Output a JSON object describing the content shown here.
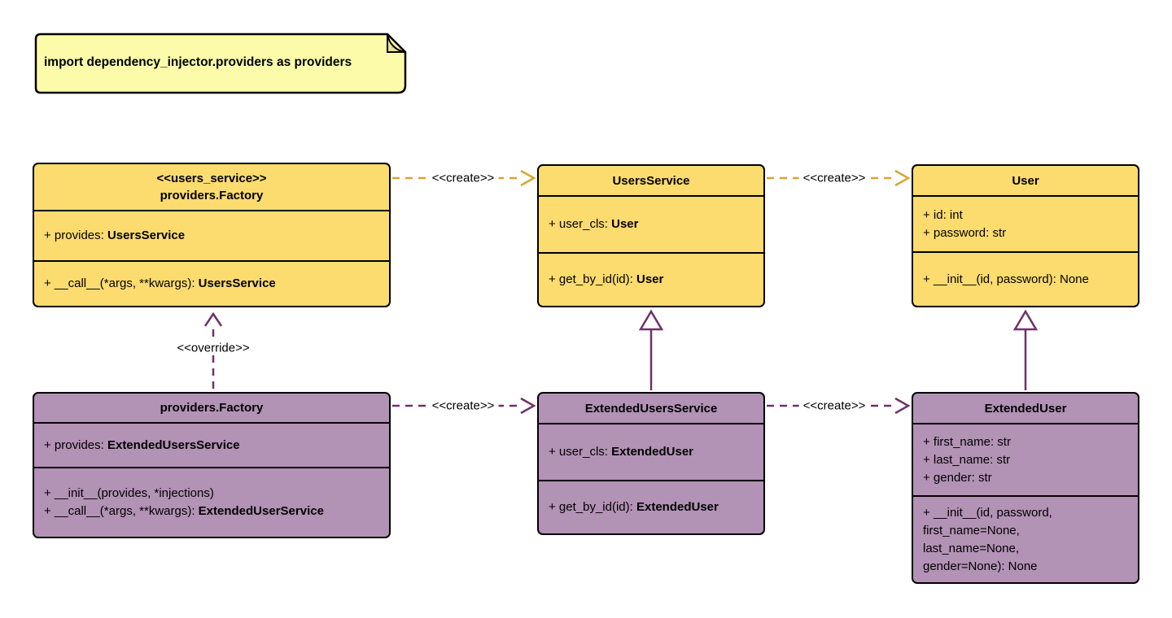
{
  "note": {
    "text": "import dependency_injector.providers as providers"
  },
  "palette": {
    "yellow_fill": "#FCDB6F",
    "purple_fill": "#B292B5",
    "note_fill": "#FBFBA9",
    "note_fold": "#E3E39A",
    "gold_line": "#D9A62B",
    "purple_line": "#6E3269",
    "border": "#000000"
  },
  "classes": [
    {
      "stereotype": "<<users_service>>",
      "name": "providers.Factory",
      "attributes": [
        {
          "text": "+ provides: ",
          "type": "UsersService"
        }
      ],
      "methods": [
        {
          "text": "+ __call__(*args, **kwargs): ",
          "type": "UsersService"
        }
      ]
    },
    {
      "name": "UsersService",
      "attributes": [
        {
          "text": "+ user_cls: ",
          "type": "User"
        }
      ],
      "methods": [
        {
          "text": "+ get_by_id(id): ",
          "type": "User"
        }
      ]
    },
    {
      "name": "User",
      "attributes": [
        {
          "text": "+ id: int",
          "type": ""
        },
        {
          "text": "+ password: str",
          "type": ""
        }
      ],
      "methods": [
        {
          "text": "+ __init__(id, password): None",
          "type": ""
        }
      ]
    },
    {
      "name": "providers.Factory",
      "attributes": [
        {
          "text": "+ provides: ",
          "type": "ExtendedUsersService"
        }
      ],
      "methods": [
        {
          "text": "+ __init__(provides, *injections)",
          "type": ""
        },
        {
          "text": "+ __call__(*args, **kwargs): ",
          "type": "ExtendedUserService"
        }
      ]
    },
    {
      "name": "ExtendedUsersService",
      "attributes": [
        {
          "text": "+ user_cls: ",
          "type": "ExtendedUser"
        }
      ],
      "methods": [
        {
          "text": "+ get_by_id(id): ",
          "type": "ExtendedUser"
        }
      ]
    },
    {
      "name": "ExtendedUser",
      "attributes": [
        {
          "text": "+ first_name: str",
          "type": ""
        },
        {
          "text": "+ last_name: str",
          "type": ""
        },
        {
          "text": "+ gender: str",
          "type": ""
        }
      ],
      "methods": [
        {
          "text": "+ __init__(id, password,",
          "type": ""
        },
        {
          "text": "first_name=None,",
          "type": ""
        },
        {
          "text": "last_name=None,",
          "type": ""
        },
        {
          "text": "gender=None): None",
          "type": ""
        }
      ]
    }
  ],
  "edges": [
    {
      "name": "factory-creates-users-service",
      "label": "<<create>>"
    },
    {
      "name": "users-service-creates-user",
      "label": "<<create>>"
    },
    {
      "name": "extended-factory-creates-extended-users-service",
      "label": "<<create>>"
    },
    {
      "name": "extended-users-service-creates-extended-user",
      "label": "<<create>>"
    },
    {
      "name": "extended-factory-overrides-factory",
      "label": "<<override>>"
    },
    {
      "name": "extended-users-service-inherits-users-service",
      "label": ""
    },
    {
      "name": "extended-user-inherits-user",
      "label": ""
    }
  ]
}
